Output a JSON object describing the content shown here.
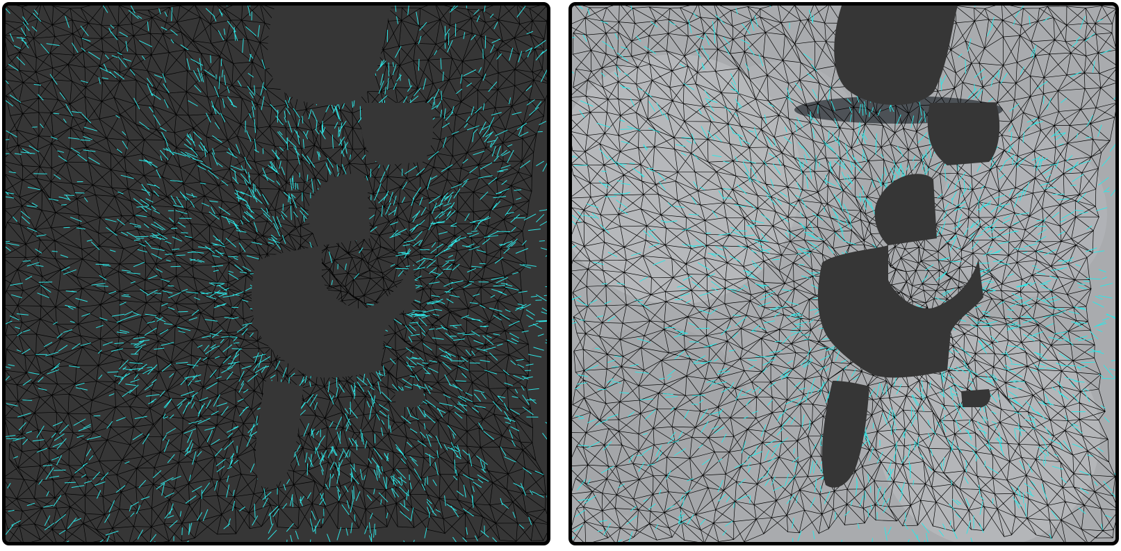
{
  "viewports": [
    {
      "id": "left",
      "shading": "dark",
      "surface_color": "#363636",
      "wire_color": "#000000",
      "normal_color": "#2ee6e6",
      "background": "#363636"
    },
    {
      "id": "right",
      "shading": "light",
      "surface_color": "#a9abae",
      "wire_color": "#000000",
      "normal_color": "#2ee6e6",
      "background": "#363636"
    }
  ]
}
